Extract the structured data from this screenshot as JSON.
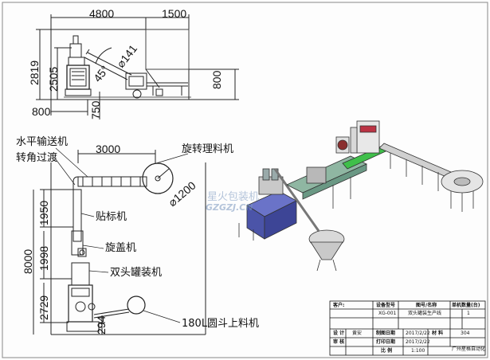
{
  "top_view": {
    "dims": {
      "width_total": "4800",
      "width_right": "1500",
      "height_total": "2819",
      "height_machine": "2505",
      "angle": "45°",
      "diameter": "141",
      "height_right": "800",
      "bottom_left": "800",
      "bottom_depth": "750"
    }
  },
  "side_view": {
    "labels": {
      "horizontal_conveyor": "水平输送机",
      "corner_transition": "转角过渡",
      "rotary_sorter": "旋转理料机",
      "labeling_machine": "贴标机",
      "capping_machine": "旋盖机",
      "double_head_filler": "双头罐装机",
      "hopper_feeder": "180L圆斗上料机"
    },
    "dims": {
      "conveyor_length": "3000",
      "sorter_diameter": "1200",
      "section_1950": "1950",
      "total_height": "8000",
      "section_1998": "1998",
      "section_2729": "2729",
      "section_294": "294"
    }
  },
  "watermark": {
    "text": "星火包装机",
    "url": "GZGZJ.CN"
  },
  "title_block": {
    "customer_label": "客户:",
    "model_label": "设备型号",
    "model_value": "XG-001",
    "drawing_name_label": "图号/名称",
    "drawing_name_value": "双头罐装生产线",
    "qty_label": "单机数量(台)",
    "qty_value": "1",
    "design_label": "设 计",
    "designer": "黄安",
    "draw_date_label": "制图日期",
    "draw_date": "2017/2/22",
    "material_label": "材 料",
    "material": "304",
    "review_label": "审 核",
    "print_date_label": "打印日期",
    "print_date": "2017/2/22",
    "scale_label": "比 例",
    "scale": "1:100",
    "company": "广州星格自动化"
  }
}
